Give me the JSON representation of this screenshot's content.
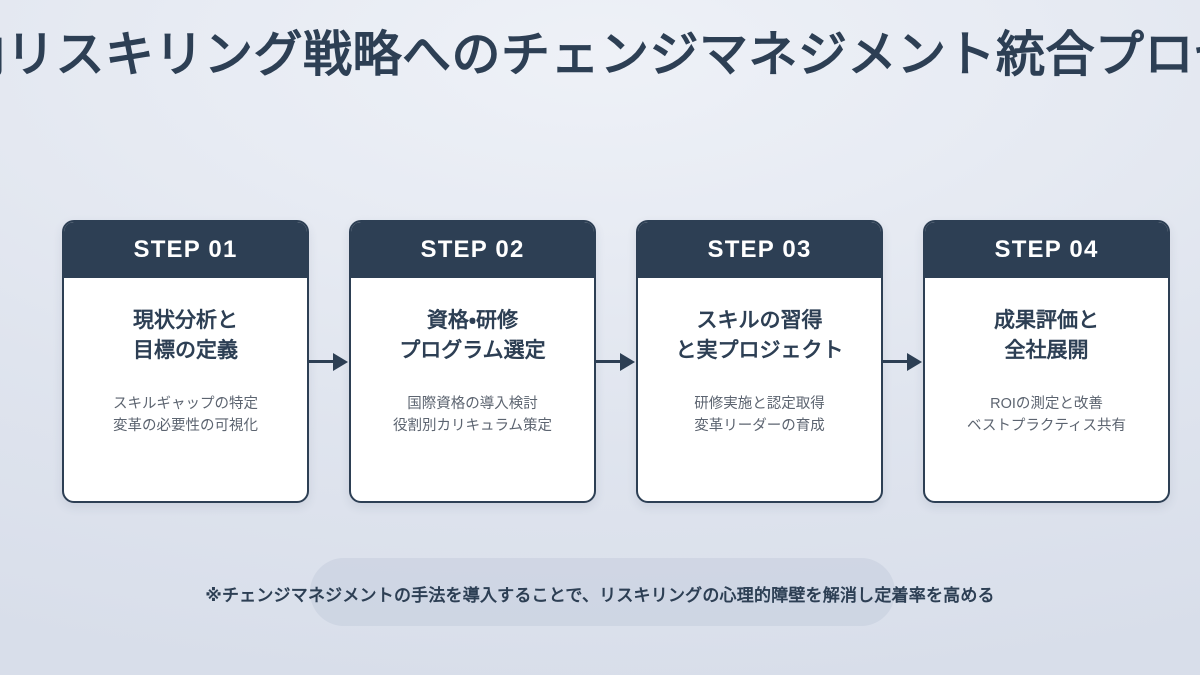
{
  "slide": {
    "title": "内リスキリング戦略へのチェンジマネジメント統合プロセ",
    "accent_color": "#2d3f54",
    "card_background": "#ffffff",
    "background_color": "#dfe4ee",
    "description_color": "#5c6470"
  },
  "steps": [
    {
      "step_label": "STEP 01",
      "title": "現状分析と\n目標の定義",
      "description": "スキルギャップの特定\n変革の必要性の可視化"
    },
    {
      "step_label": "STEP 02",
      "title": "資格・研修\nプログラム選定",
      "description": "国際資格の導入検討\n役割別カリキュラム策定"
    },
    {
      "step_label": "STEP 03",
      "title": "スキルの習得\nと実プロジェクト",
      "description": "研修実施と認定取得\n変革リーダーの育成"
    },
    {
      "step_label": "STEP 04",
      "title": "成果評価と\n全社展開",
      "description": "ROIの測定と改善\nベストプラクティス共有"
    }
  ],
  "footer": {
    "note": "※チェンジマネジメントの手法を導入することで、リスキリングの心理的障壁を解消し定着率を高める"
  }
}
